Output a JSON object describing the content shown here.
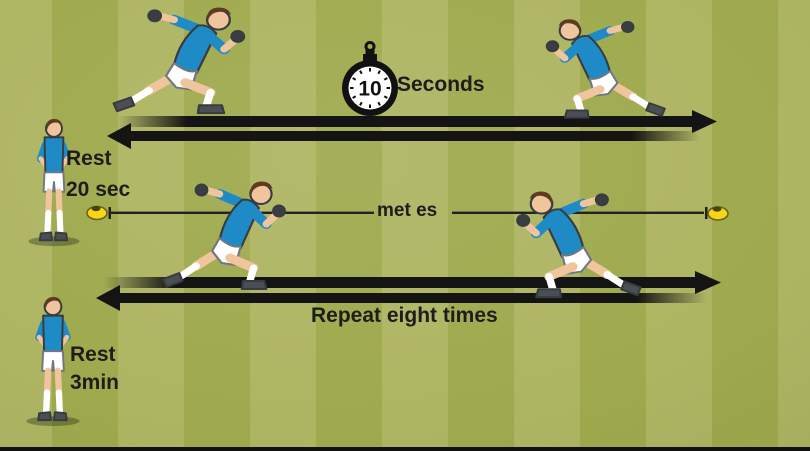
{
  "timer": {
    "value": "10",
    "label": "Seconds"
  },
  "top_rest": {
    "line1": "Rest",
    "line2": "20 sec"
  },
  "distance": {
    "label": "met es"
  },
  "repeat": {
    "label": "Repeat eight times"
  },
  "bottom_rest": {
    "line1": "Rest",
    "line2": "3min"
  },
  "icons": {
    "timer": "stopwatch-icon",
    "figures": [
      "sprinter-top-left",
      "sprinter-top-right",
      "sprinter-mid-left",
      "sprinter-mid-right",
      "standing-player-top",
      "standing-player-bottom"
    ],
    "markers": [
      "cone-marker-left",
      "cone-marker-right"
    ],
    "arrows": [
      "top-arrow-right",
      "top-arrow-left",
      "bottom-arrow-right",
      "bottom-arrow-left"
    ]
  },
  "colors": {
    "field_light": "#aeb562",
    "field_dark": "#9faa4e",
    "arrow_black": "#141414",
    "text": "#1d1d1b",
    "shirt_blue": "#1e8bc7",
    "shorts_white": "#ffffff",
    "skin": "#f0c49c",
    "hair_brown": "#5d3c20",
    "shoe_gray": "#4a4f55",
    "marker_yellow": "#f6d51a"
  }
}
